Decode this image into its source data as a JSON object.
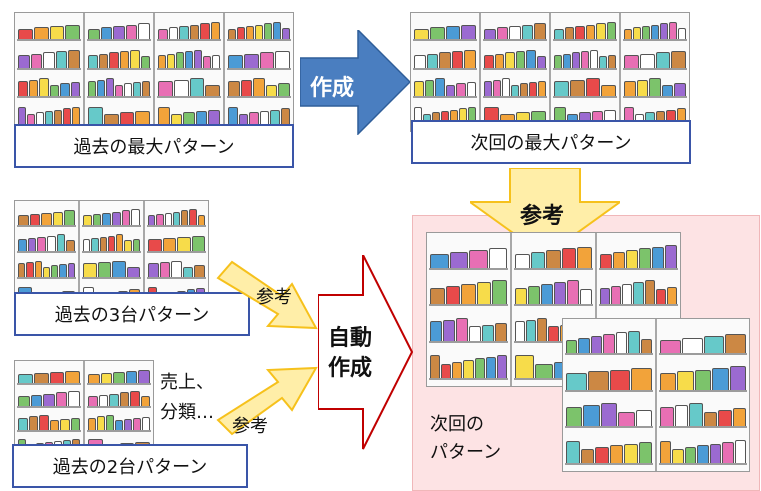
{
  "labels": {
    "past_max": "過去の最大パターン",
    "next_max": "次回の最大パターン",
    "past_3": "過去の3台パターン",
    "past_2": "過去の2台パターン",
    "next_line1": "次回の",
    "next_line2": "パターン",
    "create": "作成",
    "reference_big": "参考",
    "reference_1": "参考",
    "reference_2": "参考",
    "auto_line1": "自動",
    "auto_line2": "作成",
    "sales_line1": "売上、",
    "sales_line2": "分類…"
  },
  "colors": {
    "blue_arrow": "#4a7ec0",
    "yellow_arrow": "#f6c11c",
    "yellow_fill": "#ffeea8",
    "red_arrow": "#c00000",
    "pink_panel": "#fde3e4",
    "label_border": "#3a55a8"
  }
}
